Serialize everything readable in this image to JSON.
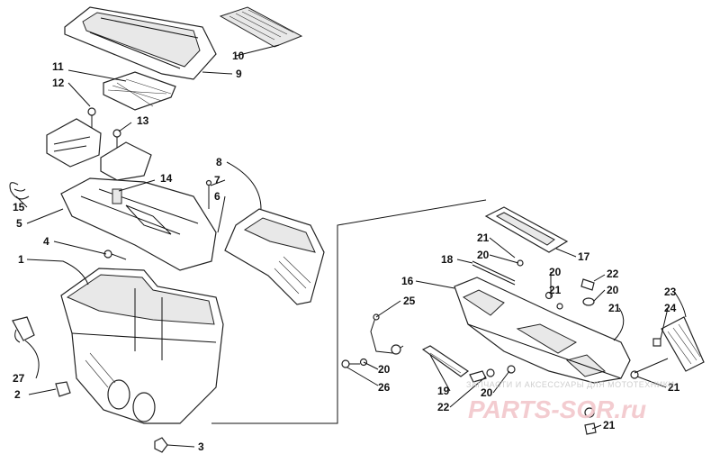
{
  "callouts": [
    {
      "id": "c10",
      "text": "10"
    },
    {
      "id": "c9",
      "text": "9"
    },
    {
      "id": "c11",
      "text": "11"
    },
    {
      "id": "c12",
      "text": "12"
    },
    {
      "id": "c13",
      "text": "13"
    },
    {
      "id": "c14",
      "text": "14"
    },
    {
      "id": "c15",
      "text": "15"
    },
    {
      "id": "c5",
      "text": "5"
    },
    {
      "id": "c8",
      "text": "8"
    },
    {
      "id": "c7",
      "text": "7"
    },
    {
      "id": "c6",
      "text": "6"
    },
    {
      "id": "c4",
      "text": "4"
    },
    {
      "id": "c1",
      "text": "1"
    },
    {
      "id": "c27",
      "text": "27"
    },
    {
      "id": "c2",
      "text": "2"
    },
    {
      "id": "c3",
      "text": "3"
    },
    {
      "id": "c25",
      "text": "25"
    },
    {
      "id": "c20a",
      "text": "20"
    },
    {
      "id": "c26",
      "text": "26"
    },
    {
      "id": "c17",
      "text": "17"
    },
    {
      "id": "c21a",
      "text": "21"
    },
    {
      "id": "c20b",
      "text": "20"
    },
    {
      "id": "c18",
      "text": "18"
    },
    {
      "id": "c16",
      "text": "16"
    },
    {
      "id": "c20c",
      "text": "20"
    },
    {
      "id": "c22a",
      "text": "22"
    },
    {
      "id": "c21b",
      "text": "21"
    },
    {
      "id": "c20d",
      "text": "20"
    },
    {
      "id": "c23",
      "text": "23"
    },
    {
      "id": "c24",
      "text": "24"
    },
    {
      "id": "c21c",
      "text": "21"
    },
    {
      "id": "c19",
      "text": "19"
    },
    {
      "id": "c20e",
      "text": "20"
    },
    {
      "id": "c22b",
      "text": "22"
    },
    {
      "id": "c21d",
      "text": "21"
    },
    {
      "id": "c21e",
      "text": "21"
    }
  ],
  "watermark": {
    "tagline": "ЗАПЧАСТИ И АКСЕССУАРЫ ДЛЯ МОТОТЕХНИКИ",
    "brand": "PARTS-SOR.ru",
    "color": "#e8a3ab"
  }
}
